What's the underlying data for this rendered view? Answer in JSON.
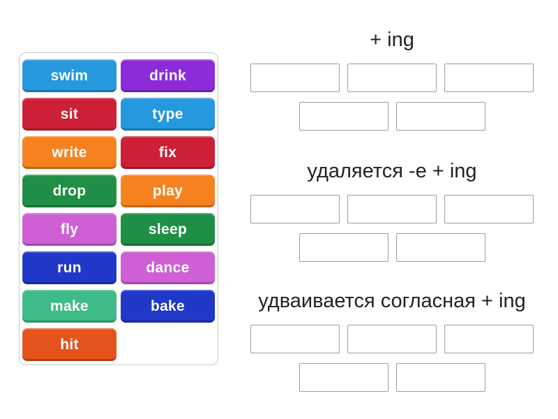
{
  "word_bank": {
    "tiles": [
      {
        "label": "swim",
        "color": "#2598DE"
      },
      {
        "label": "drink",
        "color": "#8B2BD9"
      },
      {
        "label": "sit",
        "color": "#CC2036"
      },
      {
        "label": "type",
        "color": "#2598DE"
      },
      {
        "label": "write",
        "color": "#F5821F"
      },
      {
        "label": "fix",
        "color": "#CC2036"
      },
      {
        "label": "drop",
        "color": "#1F8F45"
      },
      {
        "label": "play",
        "color": "#F5821F"
      },
      {
        "label": "fly",
        "color": "#CE5FD5"
      },
      {
        "label": "sleep",
        "color": "#1F8F45"
      },
      {
        "label": "run",
        "color": "#1F38C8"
      },
      {
        "label": "dance",
        "color": "#CE5FD5"
      },
      {
        "label": "make",
        "color": "#3EBB86"
      },
      {
        "label": "bake",
        "color": "#1F38C8"
      },
      {
        "label": "hit",
        "color": "#E5531C"
      }
    ]
  },
  "groups": [
    {
      "title": "+ ing",
      "slot_count": 5
    },
    {
      "title": "удаляется -e + ing",
      "slot_count": 5
    },
    {
      "title": "удваивается согласная + ing",
      "slot_count": 5
    }
  ],
  "colors": {
    "header_text": "#222222",
    "slot_border": "#9B9B9B",
    "panel_border": "#C9C9C9",
    "tile_text": "#FFFFFF"
  }
}
